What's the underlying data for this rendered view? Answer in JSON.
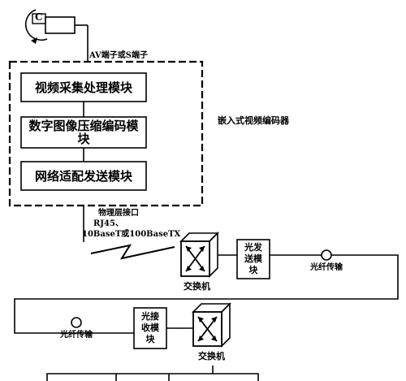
{
  "camera": {
    "icon": "camera-icon",
    "letter": "C"
  },
  "interface_label": "AV端子或S端子",
  "encoder_label": "嵌入式视频编码器",
  "modules": [
    "视频采集处理模块",
    "数字图像压缩编码模块",
    "网络适配发送模块"
  ],
  "physical_interface": {
    "line1": "物理层接口",
    "line2": "RJ45、",
    "line3": "10BaseT或100BaseTX"
  },
  "switch_1": {
    "label": "交换机",
    "icon": "switch-icon"
  },
  "switch_2": {
    "label": "交换机",
    "icon": "switch-icon"
  },
  "optical_send": {
    "lines": [
      "光发",
      "送模",
      "块"
    ]
  },
  "optical_receive": {
    "lines": [
      "光接",
      "收模",
      "块"
    ]
  },
  "fiber_label_1": "光纤传输",
  "fiber_label_2": "光纤传输",
  "wireless_link_icon": "lightning-link-icon"
}
